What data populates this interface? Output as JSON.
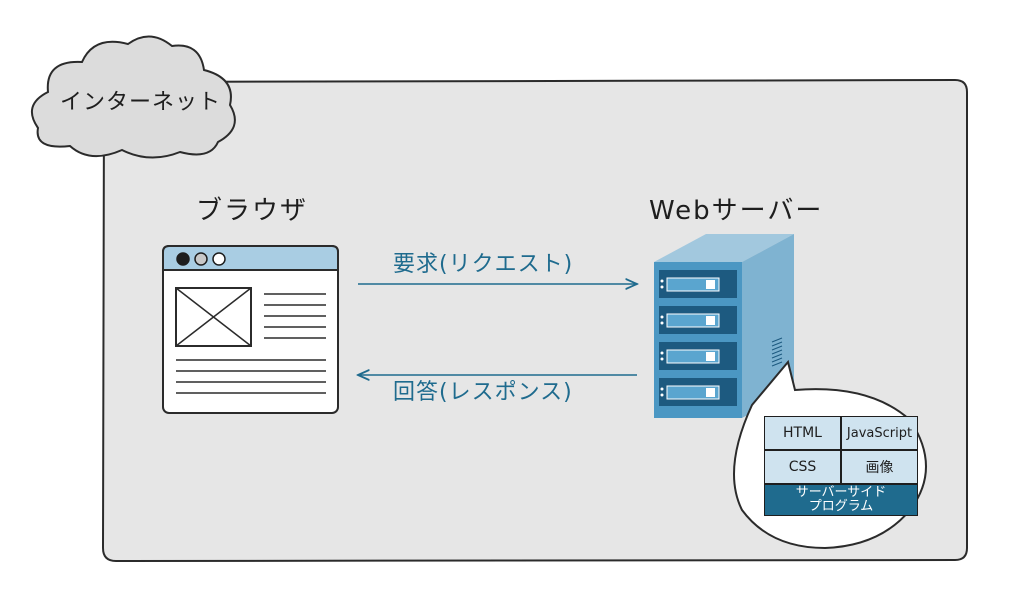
{
  "cloud": {
    "label": "インターネット"
  },
  "browser": {
    "title": "ブラウザ"
  },
  "server": {
    "title": "Webサーバー"
  },
  "arrows": {
    "request": "要求(リクエスト)",
    "response": "回答(レスポンス)"
  },
  "bubble": {
    "cells": [
      "HTML",
      "JavaScript",
      "CSS",
      "画像"
    ],
    "program_line1": "サーバーサイド",
    "program_line2": "プログラム"
  },
  "colors": {
    "panel": "#e6e6e6",
    "cloud": "#dcdcdc",
    "browser_bar": "#a9cde3",
    "server_front": "#4b97c3",
    "server_side": "#7fb3d1",
    "server_top": "#a2c8de",
    "bubble_cell": "#cfe3ef",
    "bubble_program": "#1f6b8e",
    "arrow": "#1f6b8e"
  }
}
